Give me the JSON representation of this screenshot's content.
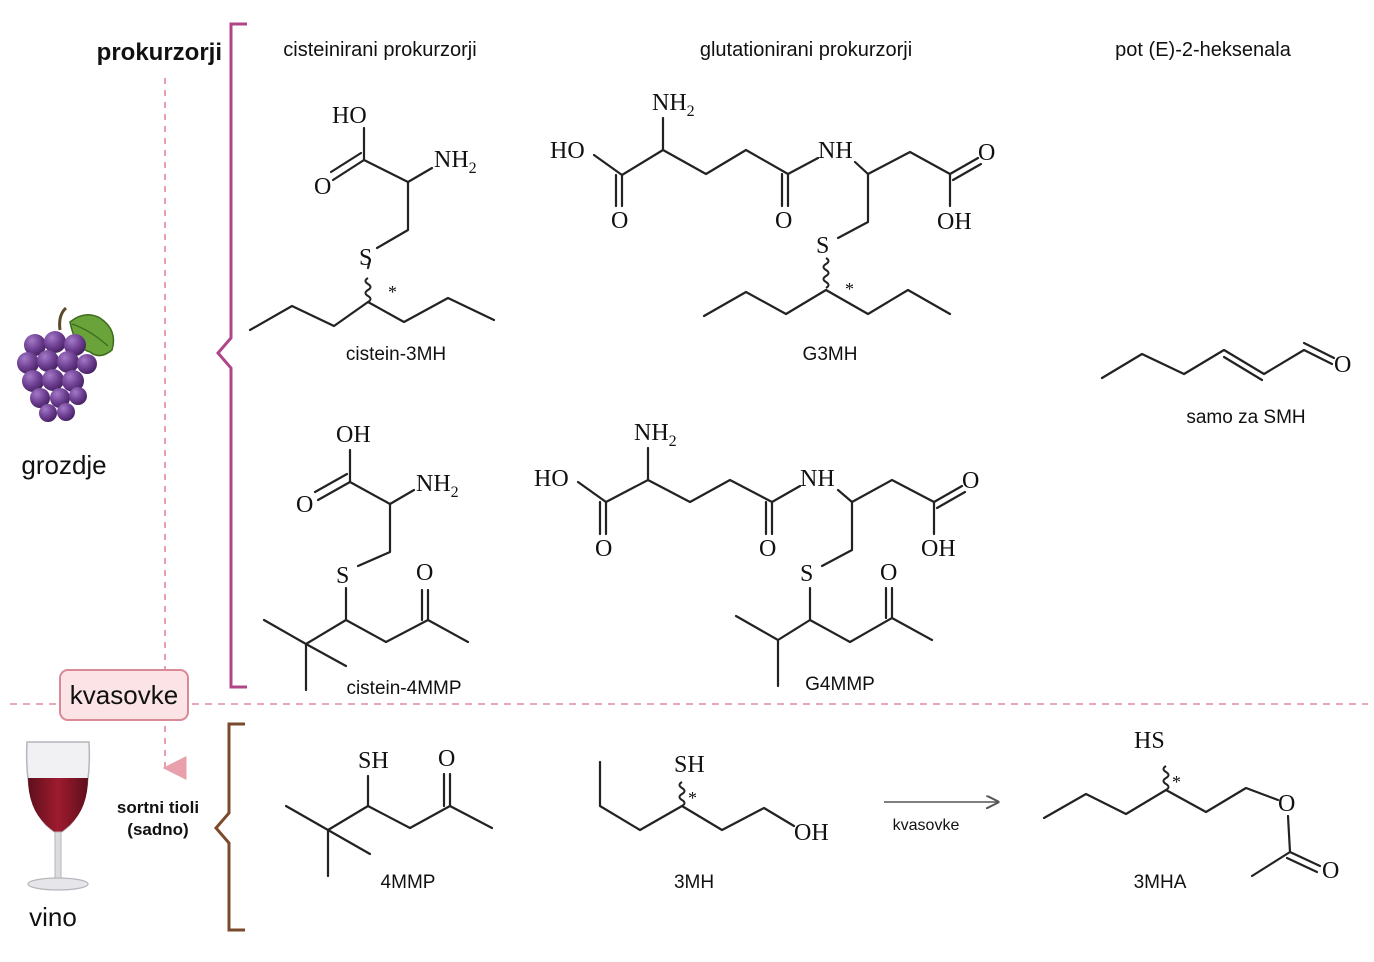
{
  "header": {
    "prekursorji": "prokurzorji",
    "col_cystein": "cisteinirani prokurzorji",
    "col_glut": "glutationirani prokurzorji",
    "col_hexenal": "pot (E)-2-heksenala"
  },
  "sides": {
    "grape_label": "grozdje",
    "wine_label": "vino",
    "yeast_label": "kvasovke",
    "thiols_line1": "sortni tioli",
    "thiols_line2": "(sadno)"
  },
  "molecules": {
    "cys3mh": "cistein-3MH",
    "g3mh": "G3MH",
    "hexenal_note": "samo za SMH",
    "cys4mmp": "cistein-4MMP",
    "g4mmp": "G4MMP",
    "m4mmp": "4MMP",
    "m3mh": "3MH",
    "m3mha": "3MHA"
  },
  "reaction": {
    "arrow_label": "kvasovke"
  },
  "atoms": {
    "HO": "HO",
    "OH": "OH",
    "O": "O",
    "S": "S",
    "NH": "NH",
    "NH2_main": "NH",
    "NH2_sub": "2",
    "SH": "SH",
    "HS": "HS",
    "star": "*"
  },
  "colors": {
    "bracket_top": "#b0458a",
    "bracket_bottom": "#7a4b2a",
    "divider": "#e8a8b4",
    "yeast_box_fill": "#fbe3e6",
    "yeast_box_border": "#d98a96",
    "arrow": "#e8a0ac"
  },
  "icons": {
    "grape": "grape-cluster-icon",
    "wine": "wine-glass-icon"
  }
}
